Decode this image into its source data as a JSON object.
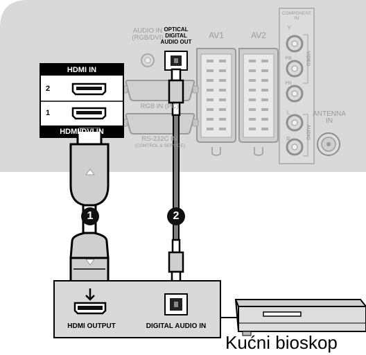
{
  "tv_panel": {
    "audio_in_label": "AUDIO IN\n(RGB/DVI)",
    "optical_label": "OPTICAL\nDIGITAL\nAUDIO OUT",
    "av1_label": "AV1",
    "av2_label": "AV2",
    "component_in_label": "COMPONENT\nIN",
    "video_label": "VIDEO",
    "audio_label": "AUDIO",
    "y_label": "Y",
    "pb_label": "PB",
    "pr_label": "PR",
    "l_label": "L",
    "r_label": "R",
    "antenna_label": "ANTENNA\nIN",
    "rgb_in_label": "RGB IN (PC)",
    "rs232c_label": "RS-232C IN",
    "rs232c_sub_label": "(CONTROL & SERVICE)"
  },
  "hdmi_panel": {
    "title": "HDMI IN",
    "port2_label": "2",
    "port1_label": "1",
    "footer": "HDMI/DVI IN"
  },
  "steps": {
    "step1": "1",
    "step2": "2"
  },
  "device": {
    "hdmi_output_label": "HDMI OUTPUT",
    "digital_audio_in_label": "DIGITAL AUDIO IN",
    "caption": "Kućni bioskop"
  }
}
